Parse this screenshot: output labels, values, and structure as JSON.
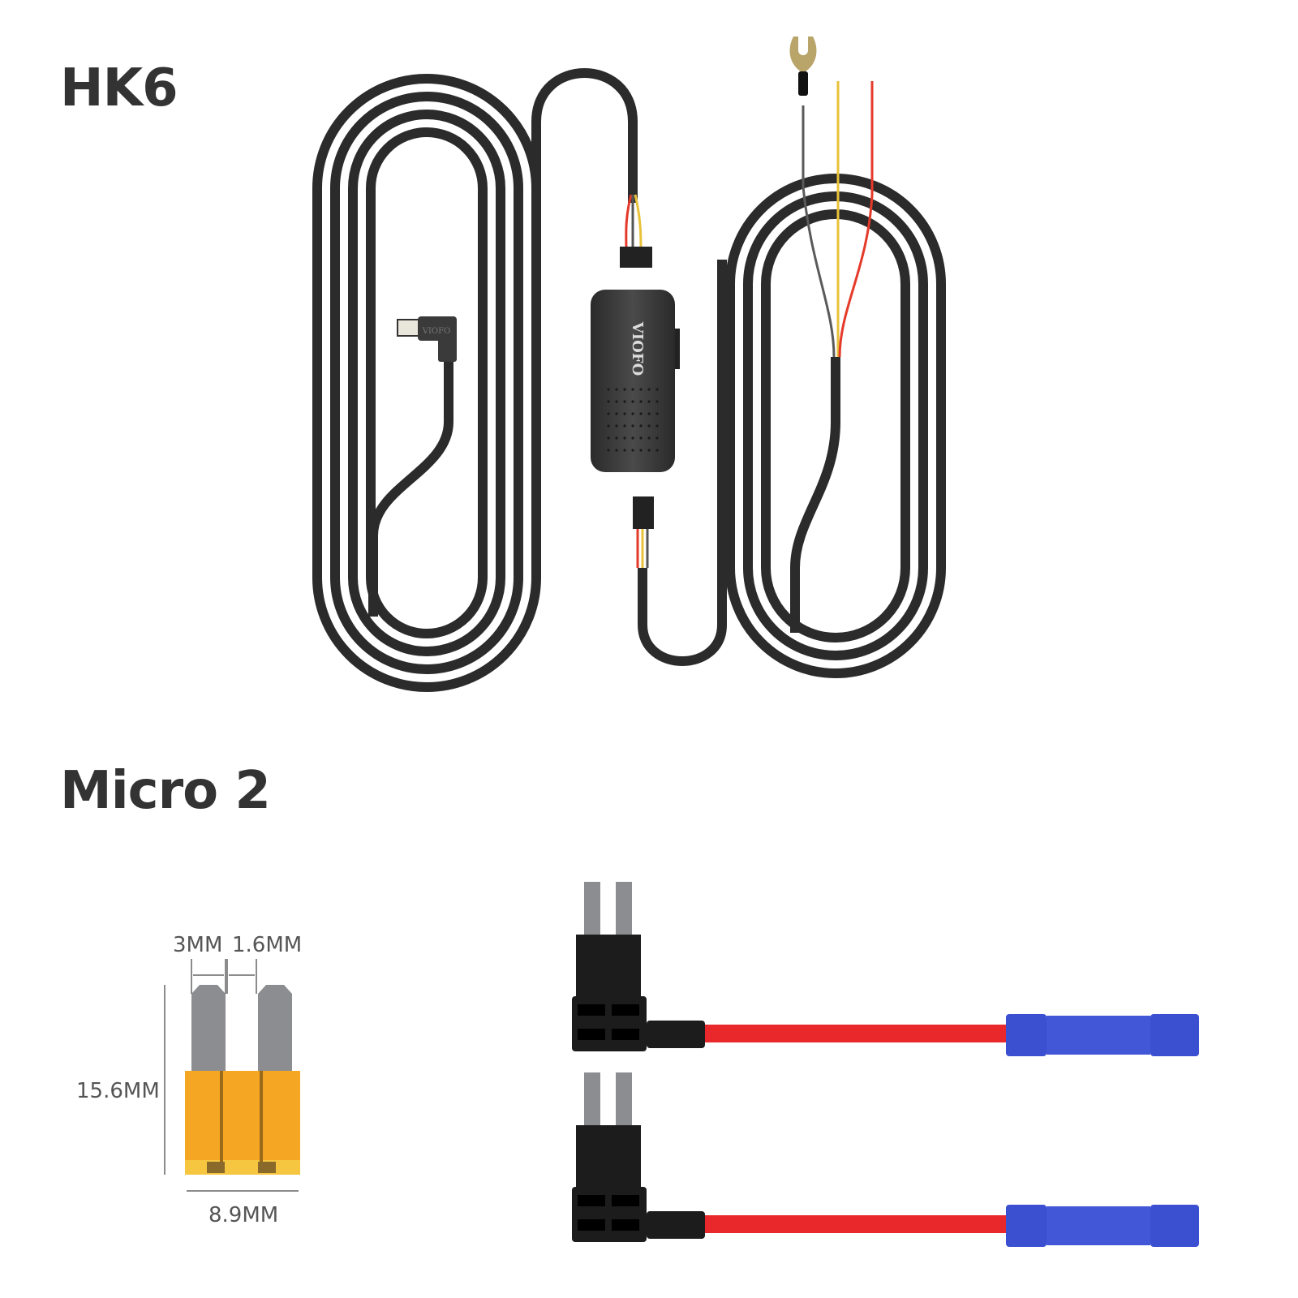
{
  "sections": {
    "hk6": {
      "title": "HK6"
    },
    "micro2": {
      "title": "Micro 2"
    }
  },
  "hk6_product": {
    "hardwire_box_brand": "VIOFO",
    "usb_c_connector_brand": "VIOFO",
    "wire_colors": {
      "ground": "#5a5a5a",
      "acc": "#e8c23a",
      "bat": "#e53a2a"
    },
    "cable_color": "#2b2b2b",
    "ring_terminal_color": "#b9a46a"
  },
  "micro2_fuse": {
    "dimensions": {
      "blade_width": "3MM",
      "blade_gap": "1.6MM",
      "height": "15.6MM",
      "width": "8.9MM"
    },
    "fuse_color": "#f5a623",
    "blade_color": "#8c8d91"
  },
  "fuse_taps": {
    "count": 2,
    "wire_color": "#e8282a",
    "connector_color": "#3b4fd1",
    "housing_color": "#1c1c1c"
  }
}
